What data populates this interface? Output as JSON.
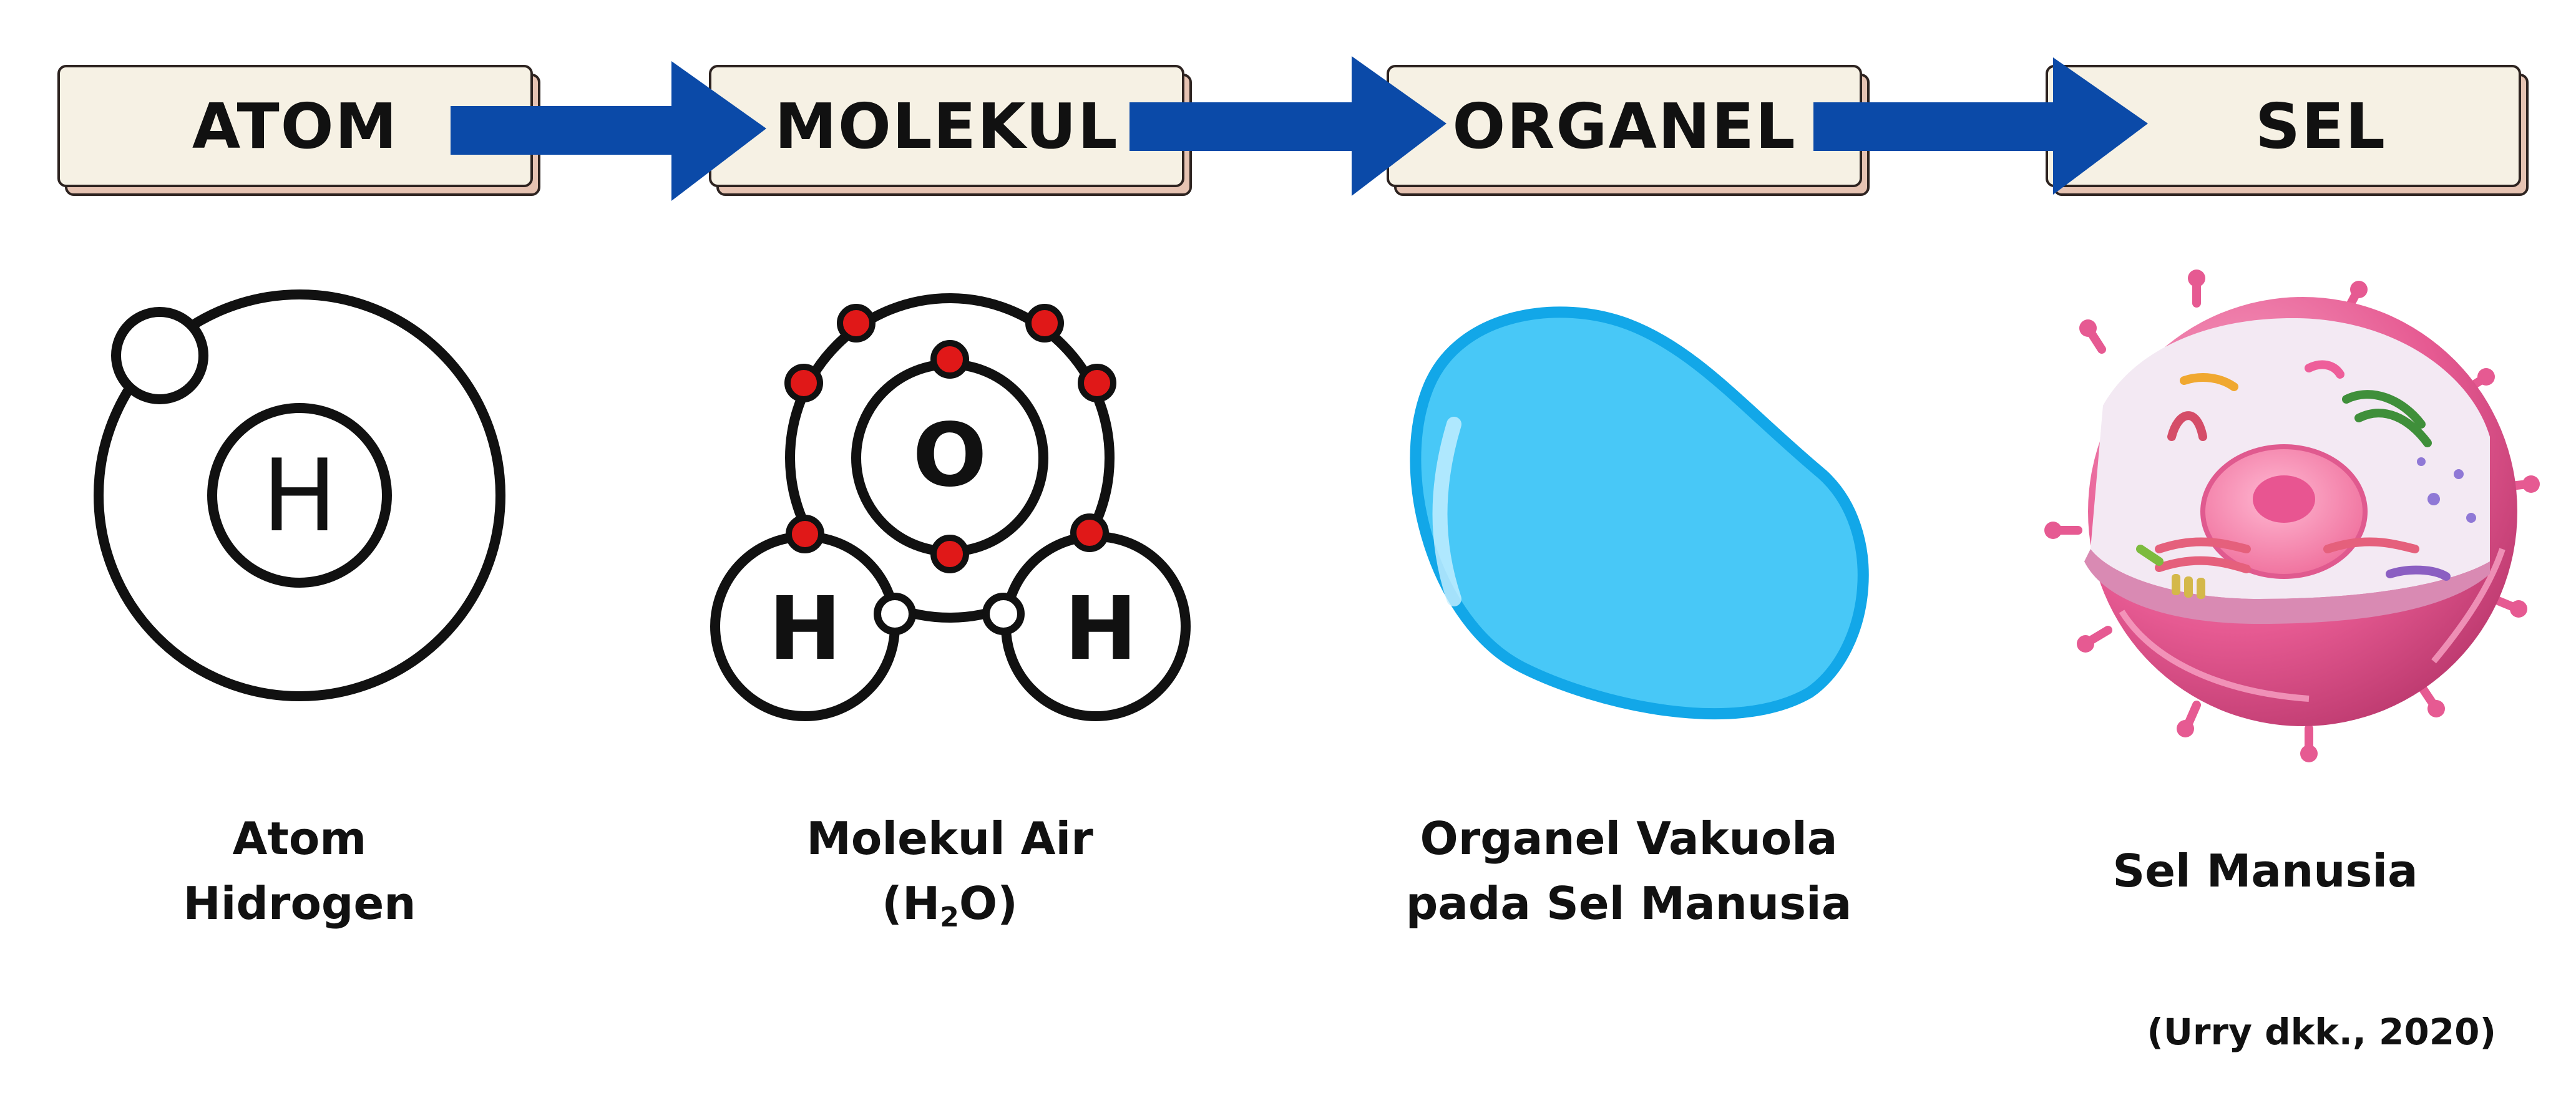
{
  "levels": [
    {
      "label": "ATOM"
    },
    {
      "label": "MOLEKUL"
    },
    {
      "label": "ORGANEL"
    },
    {
      "label": "SEL"
    }
  ],
  "captions": {
    "atom": [
      "Atom",
      "Hidrogen"
    ],
    "molecule": [
      "Molekul Air",
      "(H",
      "2",
      "O)"
    ],
    "organelle": [
      "Organel Vakuola",
      "pada Sel Manusia"
    ],
    "cell": [
      "Sel Manusia"
    ]
  },
  "diagram_text": {
    "hydrogen_symbol": "H",
    "oxygen_symbol": "O",
    "molecule_hydrogen_left": "H",
    "molecule_hydrogen_right": "H"
  },
  "source": "(Urry dkk., 2020)",
  "colors": {
    "arrow": "#0b4aa8",
    "box_fill": "#f6f1e4",
    "box_shadow": "#e6c3b2",
    "electron": "#e01818",
    "vacuole": "#48c8f7",
    "vacuole_outline": "#12a7e8",
    "cell_pink": "#e65a92"
  }
}
